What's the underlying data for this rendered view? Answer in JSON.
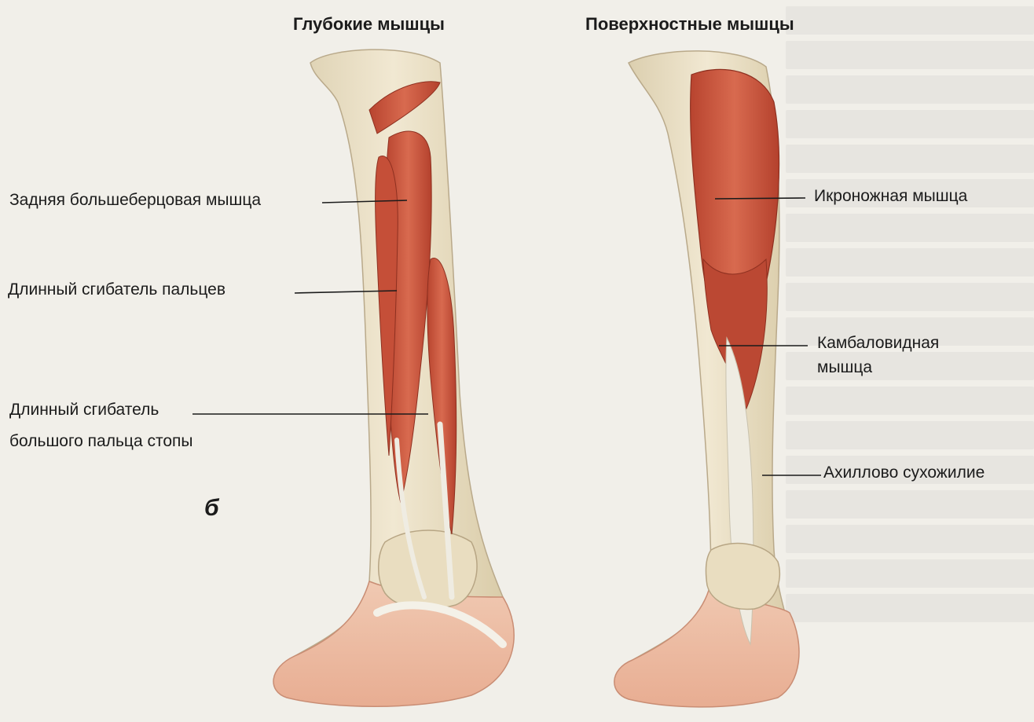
{
  "titles": {
    "deep": "Глубокие мышцы",
    "superficial": "Поверхностные мышцы"
  },
  "labels": {
    "tibialis_posterior": "Задняя большеберцовая мышца",
    "flexor_digitorum_longus": "Длинный сгибатель пальцев",
    "flexor_hallucis_longus_1": "Длинный сгибатель",
    "flexor_hallucis_longus_2": "большого пальца стопы",
    "gastrocnemius": "Икроножная мышца",
    "soleus_1": "Камбаловидная",
    "soleus_2": "мышца",
    "achilles": "Ахиллово сухожилие"
  },
  "figure_letter": "б",
  "colors": {
    "background": "#f1efe9",
    "bone": "#ece1c6",
    "muscle": "#cf5a43",
    "muscle_dark": "#a83b28",
    "tendon": "#efece2",
    "skin": "#f2c4ac",
    "leader": "#1b1b1b"
  }
}
